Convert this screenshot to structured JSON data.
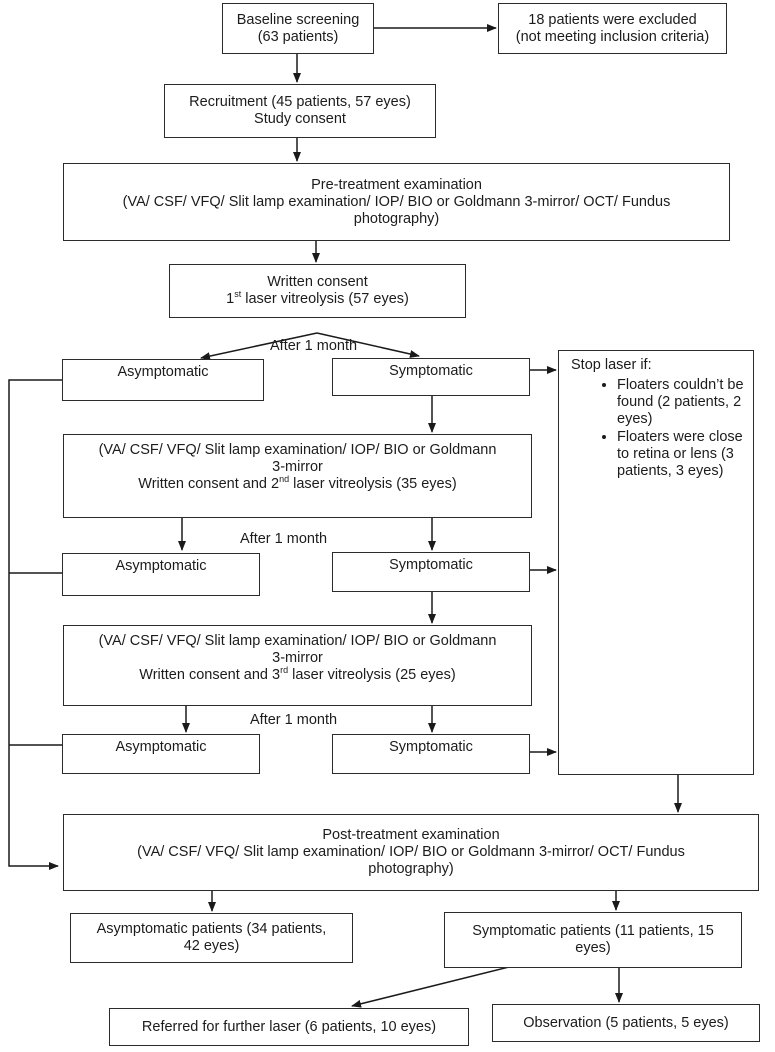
{
  "nodes": {
    "baseline": [
      "Baseline screening",
      "(63 patients)"
    ],
    "excluded": [
      "18 patients were excluded",
      "(not meeting inclusion criteria)"
    ],
    "recruitment": [
      "Recruitment (45 patients, 57 eyes)",
      "Study consent"
    ],
    "pretreatment": [
      "Pre-treatment examination",
      "(VA/ CSF/ VFQ/ Slit lamp examination/ IOP/ BIO or Goldmann 3-mirror/ OCT/ Fundus",
      "photography)"
    ],
    "consent1": {
      "line1": "Written consent",
      "ord": "1",
      "sup": "st",
      "rest": " laser vitreolysis (57 eyes)"
    },
    "asym1": "Asymptomatic",
    "sym1": "Symptomatic",
    "exam2": {
      "line1": "(VA/ CSF/ VFQ/ Slit lamp examination/ IOP/ BIO or Goldmann",
      "line2": "3-mirror",
      "pre": "Written consent and 2",
      "sup": "nd",
      "post": " laser vitreolysis (35 eyes)"
    },
    "asym2": "Asymptomatic",
    "sym2": "Symptomatic",
    "exam3": {
      "line1": "(VA/ CSF/ VFQ/ Slit lamp examination/ IOP/ BIO or Goldmann",
      "line2": "3-mirror",
      "pre": "Written consent and 3",
      "sup": "rd",
      "post": " laser vitreolysis (25 eyes)"
    },
    "asym3": "Asymptomatic",
    "sym3": "Symptomatic",
    "stop": {
      "title": "Stop laser if:",
      "items": [
        "Floaters couldn’t be found (2 patients, 2 eyes)",
        "Floaters were close to retina or lens (3 patients, 3 eyes)"
      ]
    },
    "posttreatment": [
      "Post-treatment examination",
      "(VA/ CSF/ VFQ/ Slit lamp examination/ IOP/ BIO or Goldmann 3-mirror/ OCT/ Fundus",
      "photography)"
    ],
    "asym_patients": [
      "Asymptomatic patients (34 patients,",
      "42 eyes)"
    ],
    "sym_patients": [
      "Symptomatic patients (11 patients, 15",
      "eyes)"
    ],
    "referred": "Referred for further laser (6 patients, 10 eyes)",
    "observation": "Observation (5 patients, 5 eyes)"
  },
  "edge_labels": {
    "after1": "After 1 month",
    "after2": "After 1 month",
    "after3": "After 1 month"
  },
  "edges": [
    [
      "baseline",
      "excluded"
    ],
    [
      "baseline",
      "recruitment"
    ],
    [
      "recruitment",
      "pretreatment"
    ],
    [
      "pretreatment",
      "consent1"
    ],
    [
      "consent1",
      "asym1"
    ],
    [
      "consent1",
      "sym1"
    ],
    [
      "sym1",
      "stop"
    ],
    [
      "sym1",
      "exam2"
    ],
    [
      "exam2",
      "asym2"
    ],
    [
      "exam2",
      "sym2"
    ],
    [
      "sym2",
      "stop"
    ],
    [
      "sym2",
      "exam3"
    ],
    [
      "exam3",
      "asym3"
    ],
    [
      "exam3",
      "sym3"
    ],
    [
      "sym3",
      "stop"
    ],
    [
      "stop",
      "posttreatment"
    ],
    [
      "asym1",
      "posttreatment"
    ],
    [
      "asym2",
      "posttreatment"
    ],
    [
      "asym3",
      "posttreatment"
    ],
    [
      "posttreatment",
      "asym_patients"
    ],
    [
      "posttreatment",
      "sym_patients"
    ],
    [
      "sym_patients",
      "referred"
    ],
    [
      "sym_patients",
      "observation"
    ]
  ],
  "colors": {
    "line": "#1a1a1a",
    "border": "#2b2b2b",
    "text": "#1c1c1c"
  }
}
